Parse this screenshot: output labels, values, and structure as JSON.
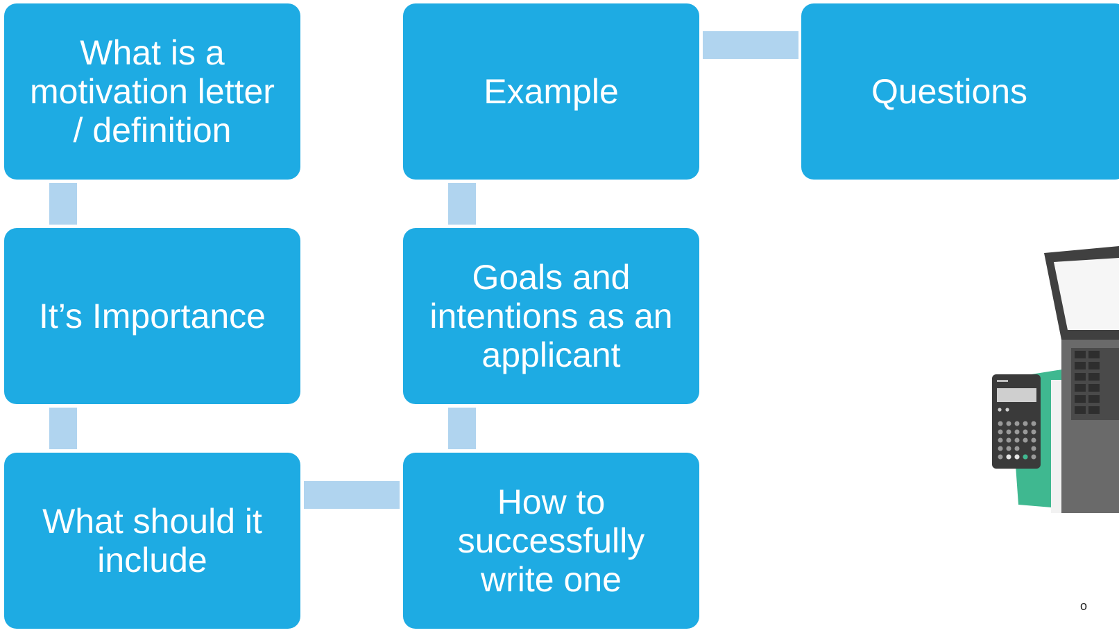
{
  "diagram": {
    "nodes": [
      {
        "id": "n1",
        "label": "What is a\nmotivation letter\n/ definition"
      },
      {
        "id": "n2",
        "label": "It’s Importance"
      },
      {
        "id": "n3",
        "label": "What should it\ninclude"
      },
      {
        "id": "n4",
        "label": "How to\nsuccessfully\nwrite one"
      },
      {
        "id": "n5",
        "label": "Goals and\nintentions as an\napplicant"
      },
      {
        "id": "n6",
        "label": "Example"
      },
      {
        "id": "n7",
        "label": "Questions"
      }
    ],
    "edges": [
      {
        "from": "n1",
        "to": "n2"
      },
      {
        "from": "n2",
        "to": "n3"
      },
      {
        "from": "n3",
        "to": "n4"
      },
      {
        "from": "n4",
        "to": "n5"
      },
      {
        "from": "n5",
        "to": "n6"
      },
      {
        "from": "n6",
        "to": "n7"
      }
    ],
    "colors": {
      "box": "#1eabe3",
      "connector": "#b0d4ef",
      "text": "#ffffff"
    }
  },
  "illustration": {
    "icon": "calculator-and-laptop-illustration",
    "footnote": "o"
  }
}
